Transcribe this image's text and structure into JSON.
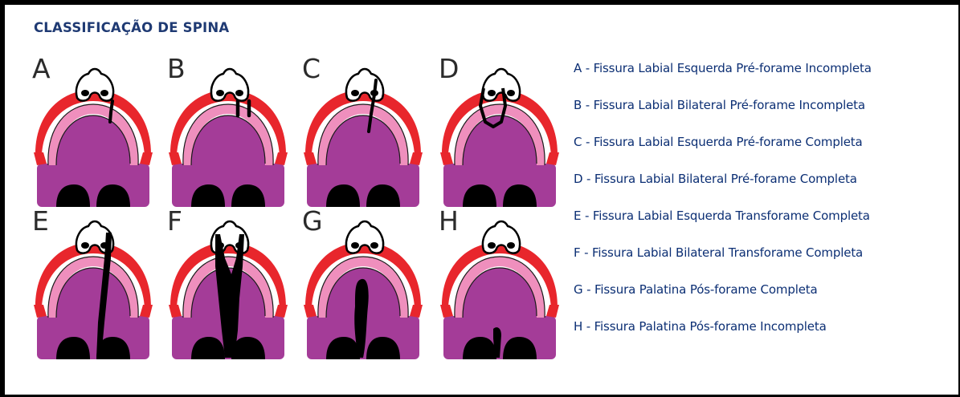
{
  "title": "CLASSIFICAÇÃO DE SPINA",
  "figures": [
    {
      "letter": "A"
    },
    {
      "letter": "B"
    },
    {
      "letter": "C"
    },
    {
      "letter": "D"
    },
    {
      "letter": "E"
    },
    {
      "letter": "F"
    },
    {
      "letter": "G"
    },
    {
      "letter": "H"
    }
  ],
  "legend": [
    "A - Fissura Labial Esquerda Pré-forame Incompleta",
    "B - Fissura Labial Bilateral Pré-forame Incompleta",
    "C - Fissura Labial Esquerda Pré-forame Completa",
    "D - Fissura Labial Bilateral Pré-forame Completa",
    "E - Fissura Labial Esquerda Transforame Completa",
    "F - Fissura Labial Bilateral Transforame Completa",
    "G - Fissura Palatina Pós-forame Completa",
    "H - Fissura Palatina Pós-forame Incompleta"
  ],
  "colors": {
    "title": "#1f3a73",
    "legend_text": "#0c2f74",
    "lip_red": "#e8262c",
    "gum_pink": "#ef8fbd",
    "palate_purple": "#a43c98",
    "cleft_black": "#000000"
  }
}
